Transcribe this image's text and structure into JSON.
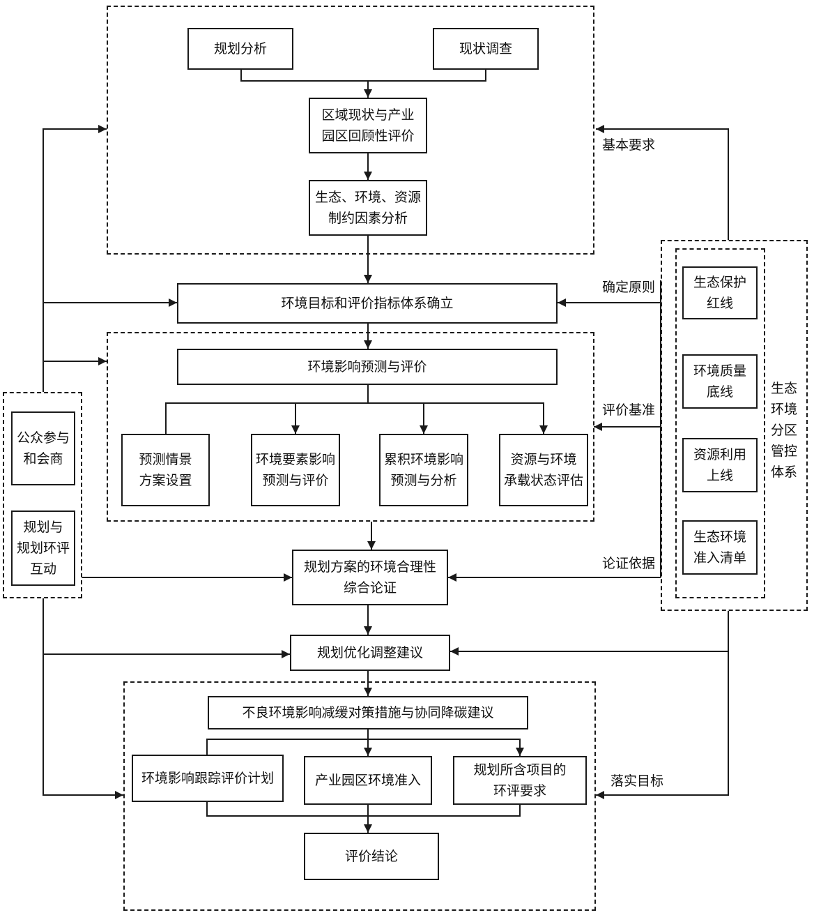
{
  "boxes": {
    "planning_analysis": "规划分析",
    "status_survey": "现状调查",
    "regional_review": "区域现状与产业\n园区回顾性评价",
    "constraint_analysis": "生态、环境、资源\n制约因素分析",
    "target_index": "环境目标和评价指标体系确立",
    "impact_prediction": "环境影响预测与评价",
    "scenario_setting": "预测情景\n方案设置",
    "factor_impact": "环境要素影响\n预测与评价",
    "cumulative_impact": "累积环境影响\n预测与分析",
    "carrying_capacity": "资源与环境\n承载状态评估",
    "rationality": "规划方案的环境合理性\n综合论证",
    "optimization": "规划优化调整建议",
    "mitigation": "不良环境影响减缓对策措施与协同降碳建议",
    "tracking_plan": "环境影响跟踪评价计划",
    "park_access": "产业园区环境准入",
    "project_requirements": "规划所含项目的\n环评要求",
    "conclusion": "评价结论",
    "public_participation": "公众参与\n和会商",
    "interaction": "规划与\n规划环评\n互动",
    "red_line": "生态保护\n红线",
    "quality_bottom": "环境质量\n底线",
    "resource_upper": "资源利用\n上线",
    "access_list": "生态环境\n准入清单"
  },
  "labels": {
    "basic_requirements": "基本要求",
    "determine_principles": "确定原则",
    "evaluation_benchmark": "评价基准",
    "demonstration_basis": "论证依据",
    "implement_targets": "落实目标",
    "zoning_system": "生态\n环境\n分区\n管控\n体系"
  }
}
